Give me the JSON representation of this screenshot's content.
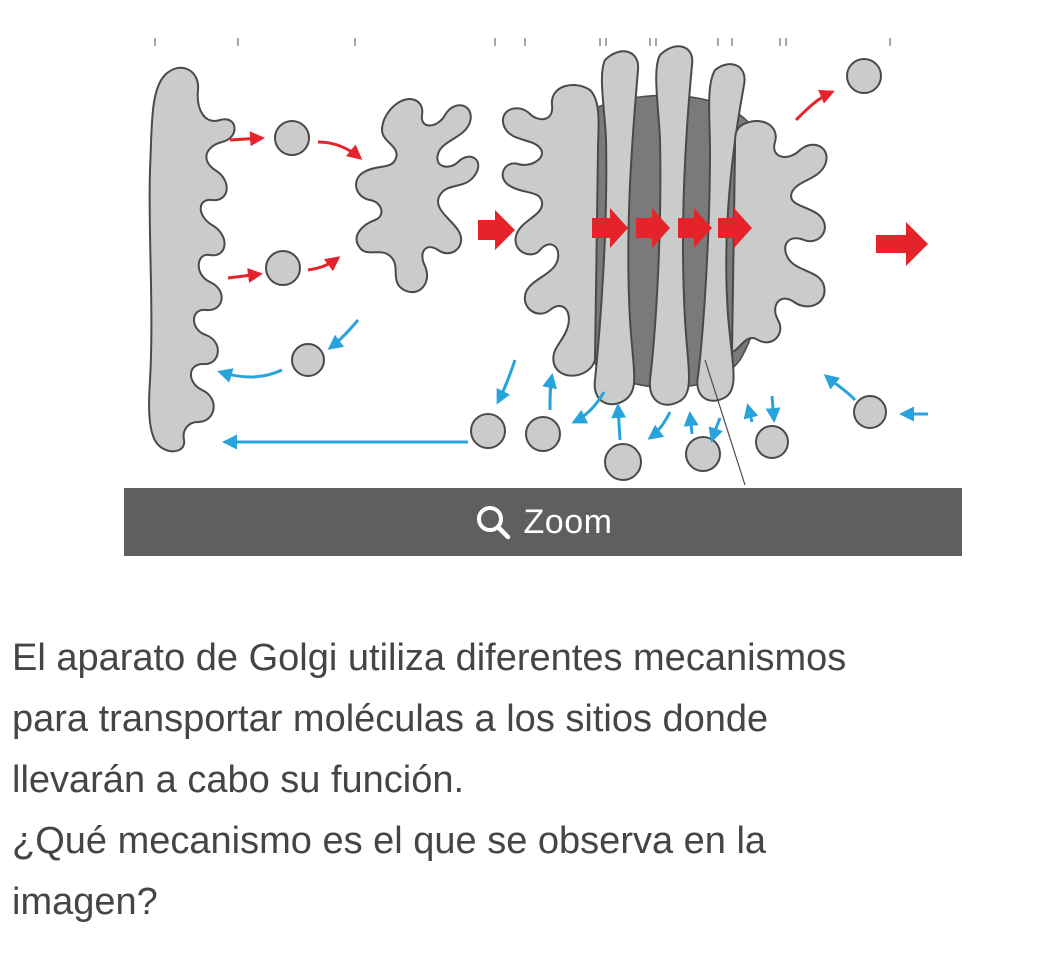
{
  "figure": {
    "icon": "golgi-apparatus-diagram",
    "colors": {
      "membrane_fill": "#c9ccca",
      "membrane_stroke": "#4a4a4a",
      "cisternae_core": "#7a7a7a",
      "forward_arrow": "#e5232b",
      "retrograde_arrow": "#29a3dc"
    }
  },
  "zoom": {
    "label": "Zoom",
    "icon": "magnifier-icon",
    "bar_color": "#5f5f5f"
  },
  "question": {
    "line1": "El aparato de Golgi utiliza diferentes mecanismos",
    "line2": "para transportar moléculas a los sitios donde",
    "line3": "llevarán a cabo su función.",
    "line4": "¿Qué mecanismo es el que se observa en la",
    "line5": "imagen?"
  }
}
